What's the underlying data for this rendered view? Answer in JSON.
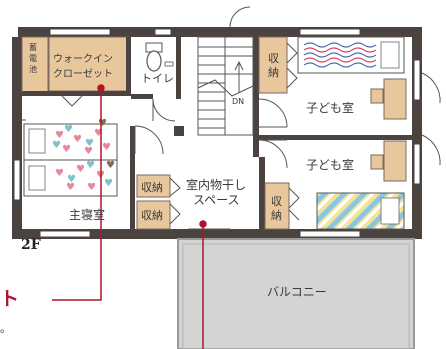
{
  "plan": {
    "storage_small": "蓄電池",
    "walkin_line1": "ウォークイン",
    "walkin_line2": "クローゼット",
    "toilet": "トイレ",
    "dn": "DN",
    "storage_right_top": "収納",
    "kids_room_top": "子ども室",
    "kids_room_bottom": "子ども室",
    "storage_right_bottom": "収納",
    "master_bedroom": "主寝室",
    "storage_center_top": "収納",
    "storage_center_bottom": "収納",
    "drying_line1": "室内物干し",
    "drying_line2": "スペース",
    "balcony": "バルコニー"
  },
  "floor_label": "2F",
  "callout_text": "ト",
  "note_text": "。",
  "colors": {
    "wall": "#4a4340",
    "storage_fill": "#e8c79c",
    "accent": "#b0142c",
    "floor": "#ffffff"
  }
}
